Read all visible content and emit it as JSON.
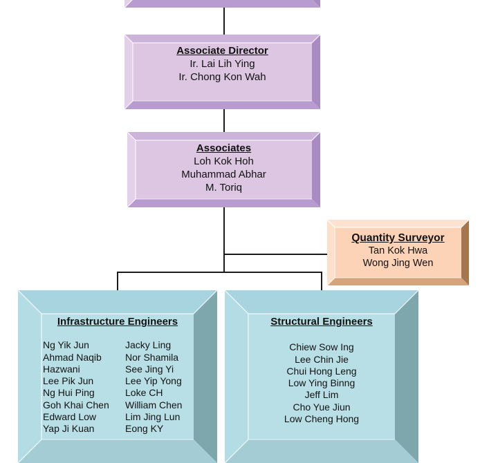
{
  "colors": {
    "purple": {
      "face": "#dcc6e2",
      "top": "#ccb3d9",
      "left": "#e3d1ea",
      "right": "#a98ac2",
      "bottom": "#b99ccf"
    },
    "orange": {
      "face": "#fcd3b6",
      "top": "#fde3cf",
      "left": "#fde0c9",
      "right": "#a6774f",
      "bottom": "#d6a47c"
    },
    "teal": {
      "face": "#b9dfe6",
      "top": "#a7d4df",
      "left": "#b4dce4",
      "right": "#7ea6ad",
      "bottom": "#a4ccd4"
    },
    "connector": "#1a1a1a"
  },
  "chart": {
    "associate_director": {
      "title": "Associate Director",
      "members": [
        "Ir. Lai Lih Ying",
        "Ir. Chong Kon Wah"
      ]
    },
    "associates": {
      "title": "Associates",
      "members": [
        "Loh Kok Hoh",
        "Muhammad Abhar",
        "M. Toriq"
      ]
    },
    "quantity_surveyor": {
      "title": "Quantity Surveyor",
      "members": [
        "Tan Kok Hwa",
        "Wong Jing Wen"
      ]
    },
    "infrastructure_engineers": {
      "title": "Infrastructure Engineers",
      "members_col1": [
        "Ng Yik Jun",
        "Ahmad Naqib",
        "Hazwani",
        "Lee Pik Jun",
        "Ng Hui Ping",
        "Goh Khai Chen",
        "Edward Low",
        "Yap Ji Kuan"
      ],
      "members_col2": [
        "Jacky Ling",
        "Nor Shamila",
        "See Jing Yi",
        "Lee Yip Yong",
        "Loke CH",
        "William Chen",
        "Lim Jing Lun",
        "Eong KY"
      ]
    },
    "structural_engineers": {
      "title": "Structural Engineers",
      "members": [
        "Chiew Sow Ing",
        "Lee Chin Jie",
        "Chui Hong Leng",
        "Low Ying Binng",
        "Jeff Lim",
        "Cho Yue Jiun",
        "Low Cheng Hong"
      ]
    }
  }
}
